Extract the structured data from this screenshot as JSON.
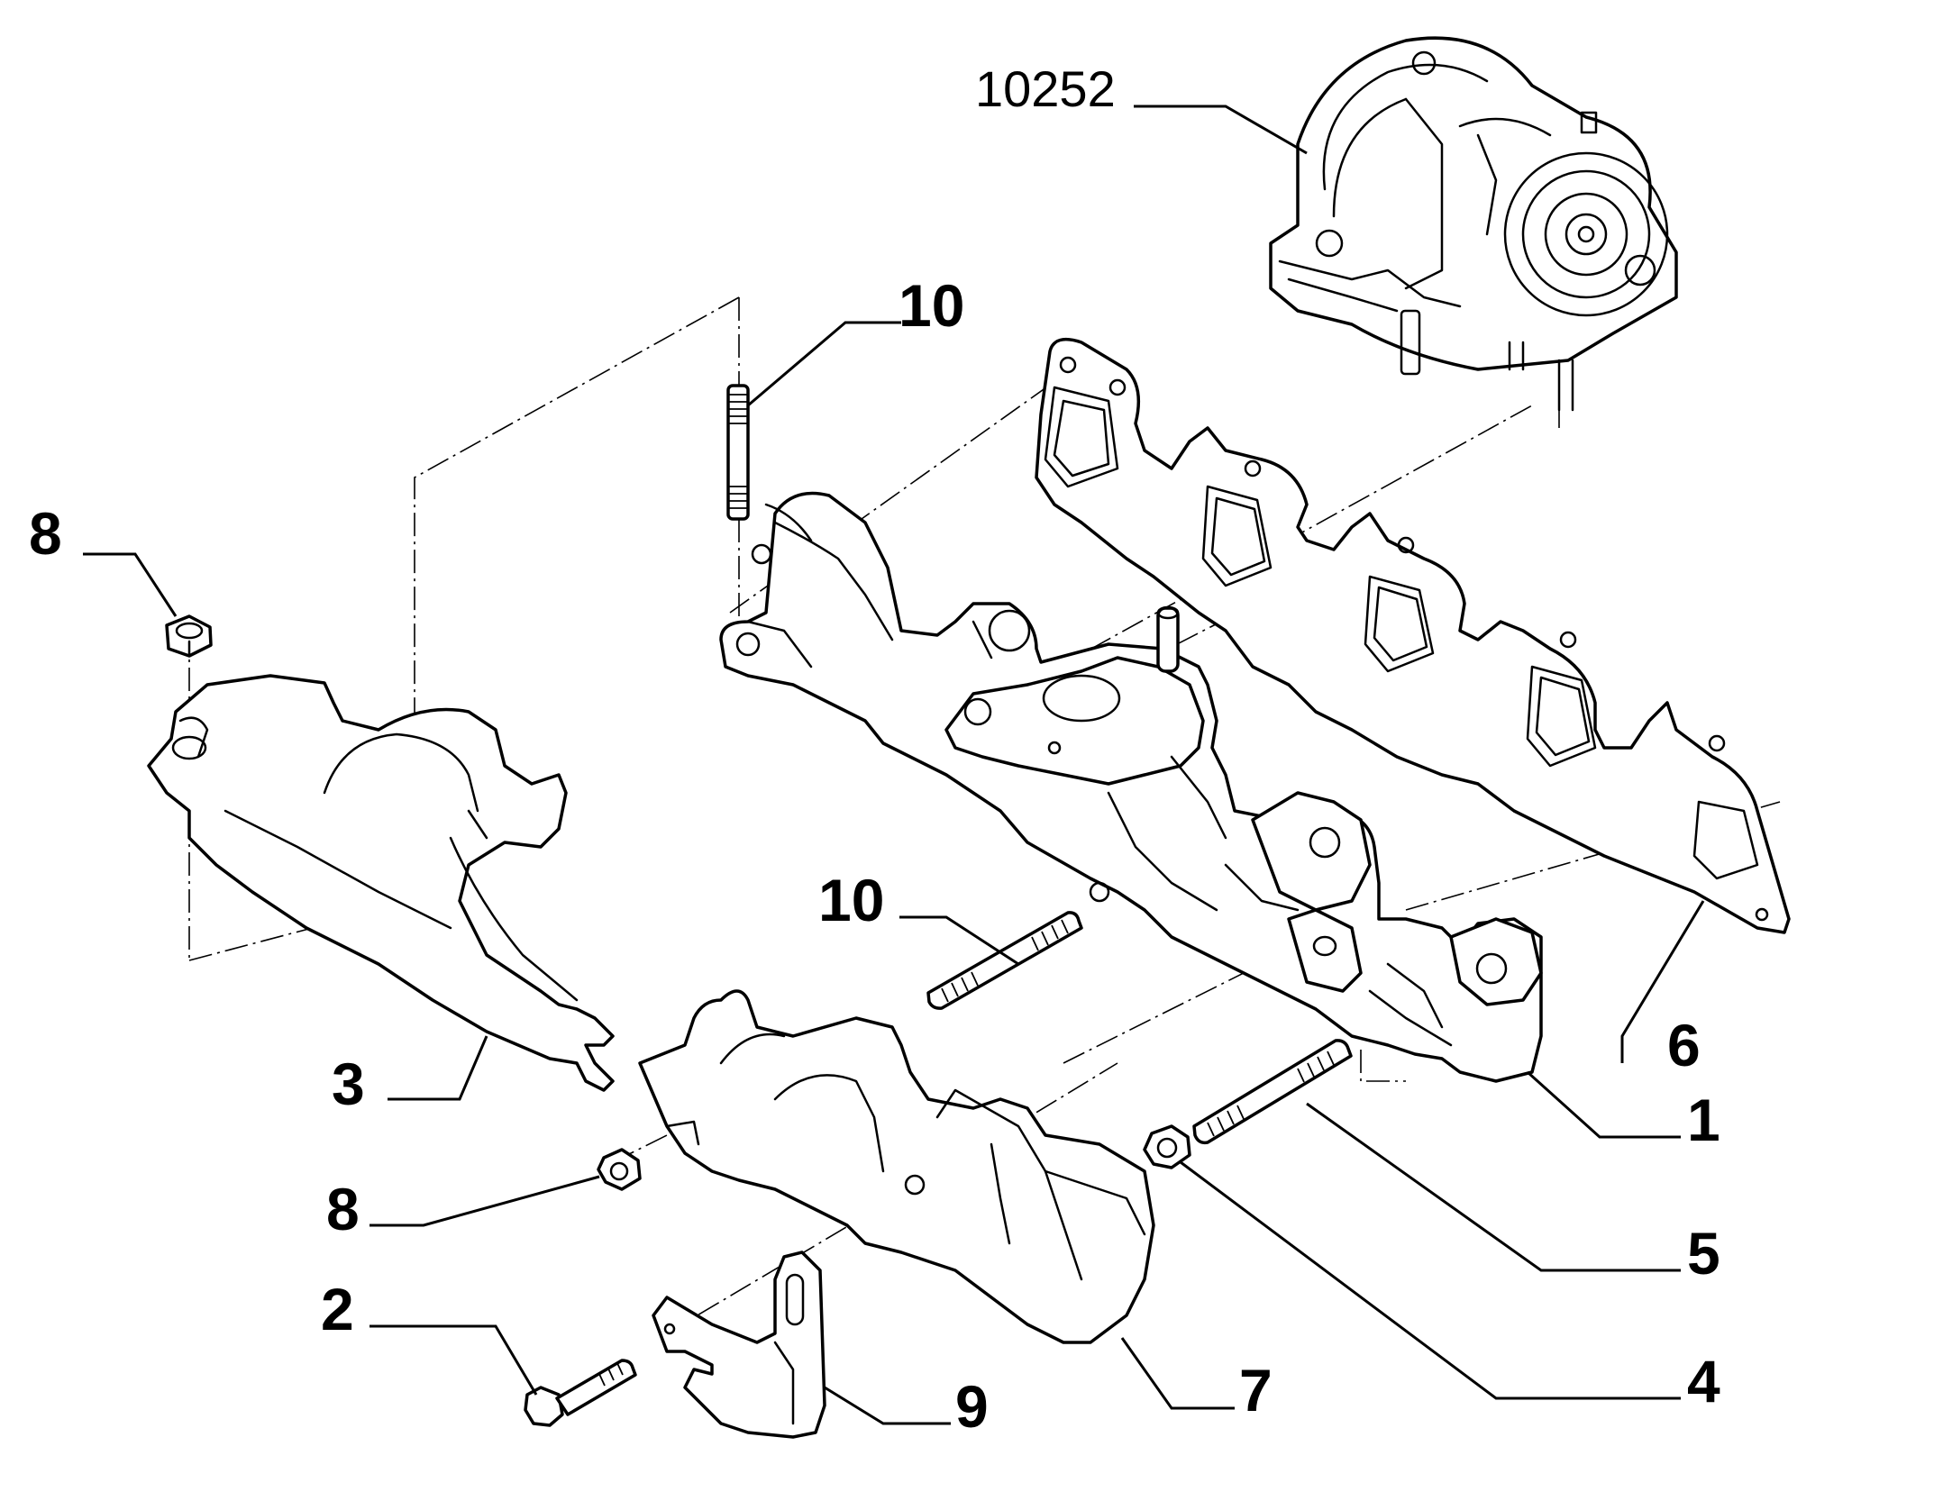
{
  "callouts": {
    "c10252": "10252",
    "c10_top": "10",
    "c8_top": "8",
    "c10_mid": "10",
    "c6": "6",
    "c3": "3",
    "c1": "1",
    "c8_bottom": "8",
    "c5": "5",
    "c2": "2",
    "c4": "4",
    "c7": "7",
    "c9": "9"
  }
}
